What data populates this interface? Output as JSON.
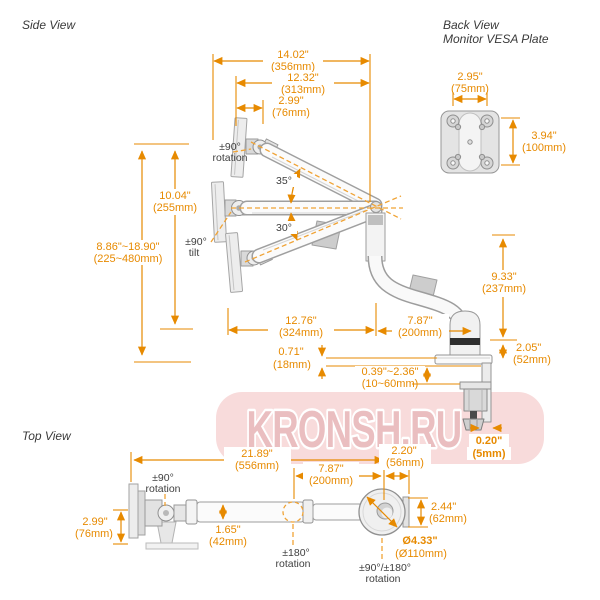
{
  "titles": {
    "side": "Side View",
    "back1": "Back View",
    "back2": "Monitor VESA Plate",
    "top": "Top View"
  },
  "watermark": {
    "text": "KRONSH.RU"
  },
  "colors": {
    "dimension_orange": "#e78a00",
    "label_dark": "#3f3f3f",
    "watermark_band": "#f8dbdb",
    "watermark_text": "#eabec0",
    "drawing_gray": "#9e9e9e"
  },
  "side_view": {
    "width_full": {
      "in": "14.02\"",
      "mm": "(356mm)"
    },
    "width_arm": {
      "in": "12.32\"",
      "mm": "(313mm)"
    },
    "plate_offset": {
      "in": "2.99\"",
      "mm": "(76mm)"
    },
    "rotation_top": {
      "l1": "±90°",
      "l2": "rotation"
    },
    "angle_up": "35°",
    "angle_down": "30°",
    "lift_range": {
      "in": "10.04\"",
      "mm": "(255mm)"
    },
    "tilt": {
      "l1": "±90°",
      "l2": "tilt"
    },
    "height_range": {
      "in": "8.86\"~18.90\"",
      "mm": "(225~480mm)"
    },
    "reach_lower": {
      "in": "12.76\"",
      "mm": "(324mm)"
    },
    "reach_rear": {
      "in": "7.87\"",
      "mm": "(200mm)"
    },
    "plate_thickness": {
      "in": "0.71\"",
      "mm": "(18mm)"
    },
    "riser_height": {
      "in": "9.33\"",
      "mm": "(237mm)"
    },
    "base_height": {
      "in": "2.05\"",
      "mm": "(52mm)"
    },
    "clamp_range": {
      "in": "0.39\"~2.36\"",
      "mm": "(10~60mm)"
    },
    "clamp_plate": {
      "in": "0.20\"",
      "mm": "(5mm)"
    }
  },
  "back_view": {
    "vesa_width": {
      "in": "2.95\"",
      "mm": "(75mm)"
    },
    "vesa_height": {
      "in": "3.94\"",
      "mm": "(100mm)"
    }
  },
  "top_view": {
    "total_reach": {
      "in": "21.89\"",
      "mm": "(556mm)"
    },
    "rotation_vesa": {
      "l1": "±90°",
      "l2": "rotation"
    },
    "plate_depth": {
      "in": "2.99\"",
      "mm": "(76mm)"
    },
    "arm_width": {
      "in": "1.65\"",
      "mm": "(42mm)"
    },
    "forearm": {
      "in": "7.87\"",
      "mm": "(200mm)"
    },
    "rotation_elbow": {
      "l1": "±180°",
      "l2": "rotation"
    },
    "base_offset": {
      "in": "2.20\"",
      "mm": "(56mm)"
    },
    "base_side": {
      "in": "2.44\"",
      "mm": "(62mm)"
    },
    "base_diameter": {
      "in": "Ø4.33\"",
      "mm": "(Ø110mm)"
    },
    "rotation_base": {
      "l1": "±90°/±180°",
      "l2": "rotation"
    }
  }
}
